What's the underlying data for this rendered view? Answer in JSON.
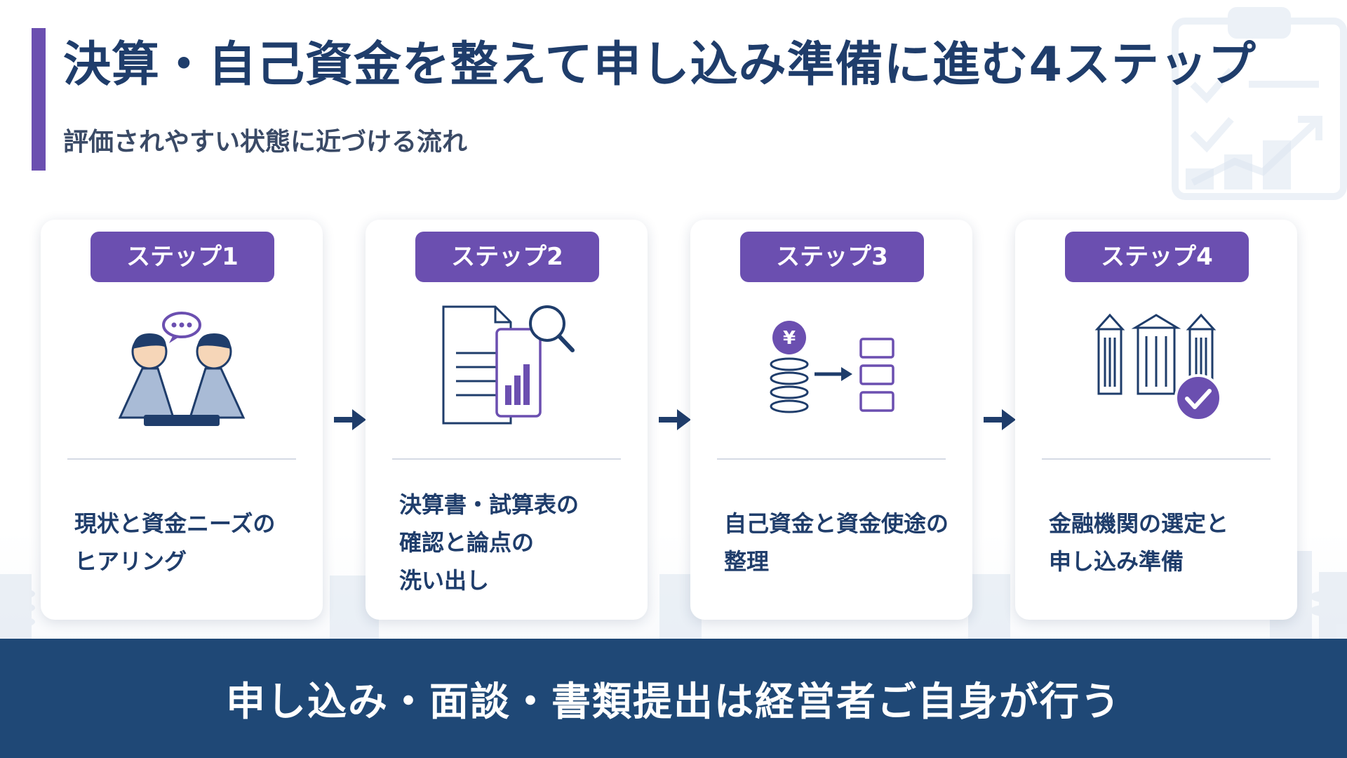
{
  "header": {
    "title": "決算・自己資金を整えて申し込み準備に進む4ステップ",
    "subtitle": "評価されやすい状態に近づける流れ"
  },
  "steps": [
    {
      "badge": "ステップ1",
      "icon": "hearing-meeting-icon",
      "lines": [
        "現状と資金ニーズの",
        "ヒアリング"
      ]
    },
    {
      "badge": "ステップ2",
      "icon": "document-analysis-icon",
      "lines": [
        "決算書・試算表の",
        "確認と論点の",
        "洗い出し"
      ]
    },
    {
      "badge": "ステップ3",
      "icon": "yen-coins-allocation-icon",
      "yen_symbol": "¥",
      "lines": [
        "自己資金と資金使途の",
        "整理"
      ]
    },
    {
      "badge": "ステップ4",
      "icon": "bank-selection-check-icon",
      "lines": [
        "金融機関の選定と",
        "申し込み準備"
      ]
    }
  ],
  "footer": {
    "text": "申し込み・面談・書類提出は経営者ご自身が行う"
  },
  "colors": {
    "accent_purple": "#6b4fb0",
    "navy": "#1f3d6b",
    "footer_bg": "#1f4876",
    "icon_blue_light": "#a9bbd6"
  }
}
